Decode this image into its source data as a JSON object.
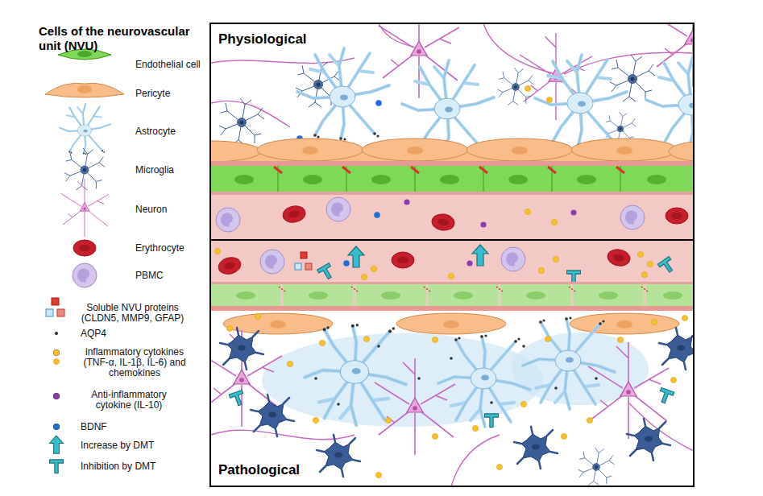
{
  "diagram": {
    "title": "Cells of the neurovascular unit (NVU)",
    "nodes": [
      {
        "text": [
          "Physiological"
        ]
      },
      {
        "text": [
          "Pathological"
        ]
      }
    ],
    "legend": [
      {
        "text": "Endothelial cell"
      },
      {
        "text": "Pericyte"
      },
      {
        "text": "Astrocyte"
      },
      {
        "text": "Microglia"
      },
      {
        "text": "Neuron"
      },
      {
        "text": "Erythrocyte"
      },
      {
        "text": "PBMC"
      },
      {
        "text": "Soluble NVU proteins (CLDN5, MMP9, GFAP)"
      },
      {
        "text": "AQP4",
        "color": "#333333"
      },
      {
        "text": "inflammatory cytokines (TNF-α, IL-1β, IL-6) and chemokines",
        "color": "#f6c12d"
      },
      {
        "text": "Anti-inflammatory cytokine (IL-10)",
        "color": "#8b3fae"
      },
      {
        "text": "BDNF",
        "color": "#1f6fd6"
      },
      {
        "text": "Increase by DMT"
      },
      {
        "text": "Inhibition by DMT"
      }
    ]
  }
}
